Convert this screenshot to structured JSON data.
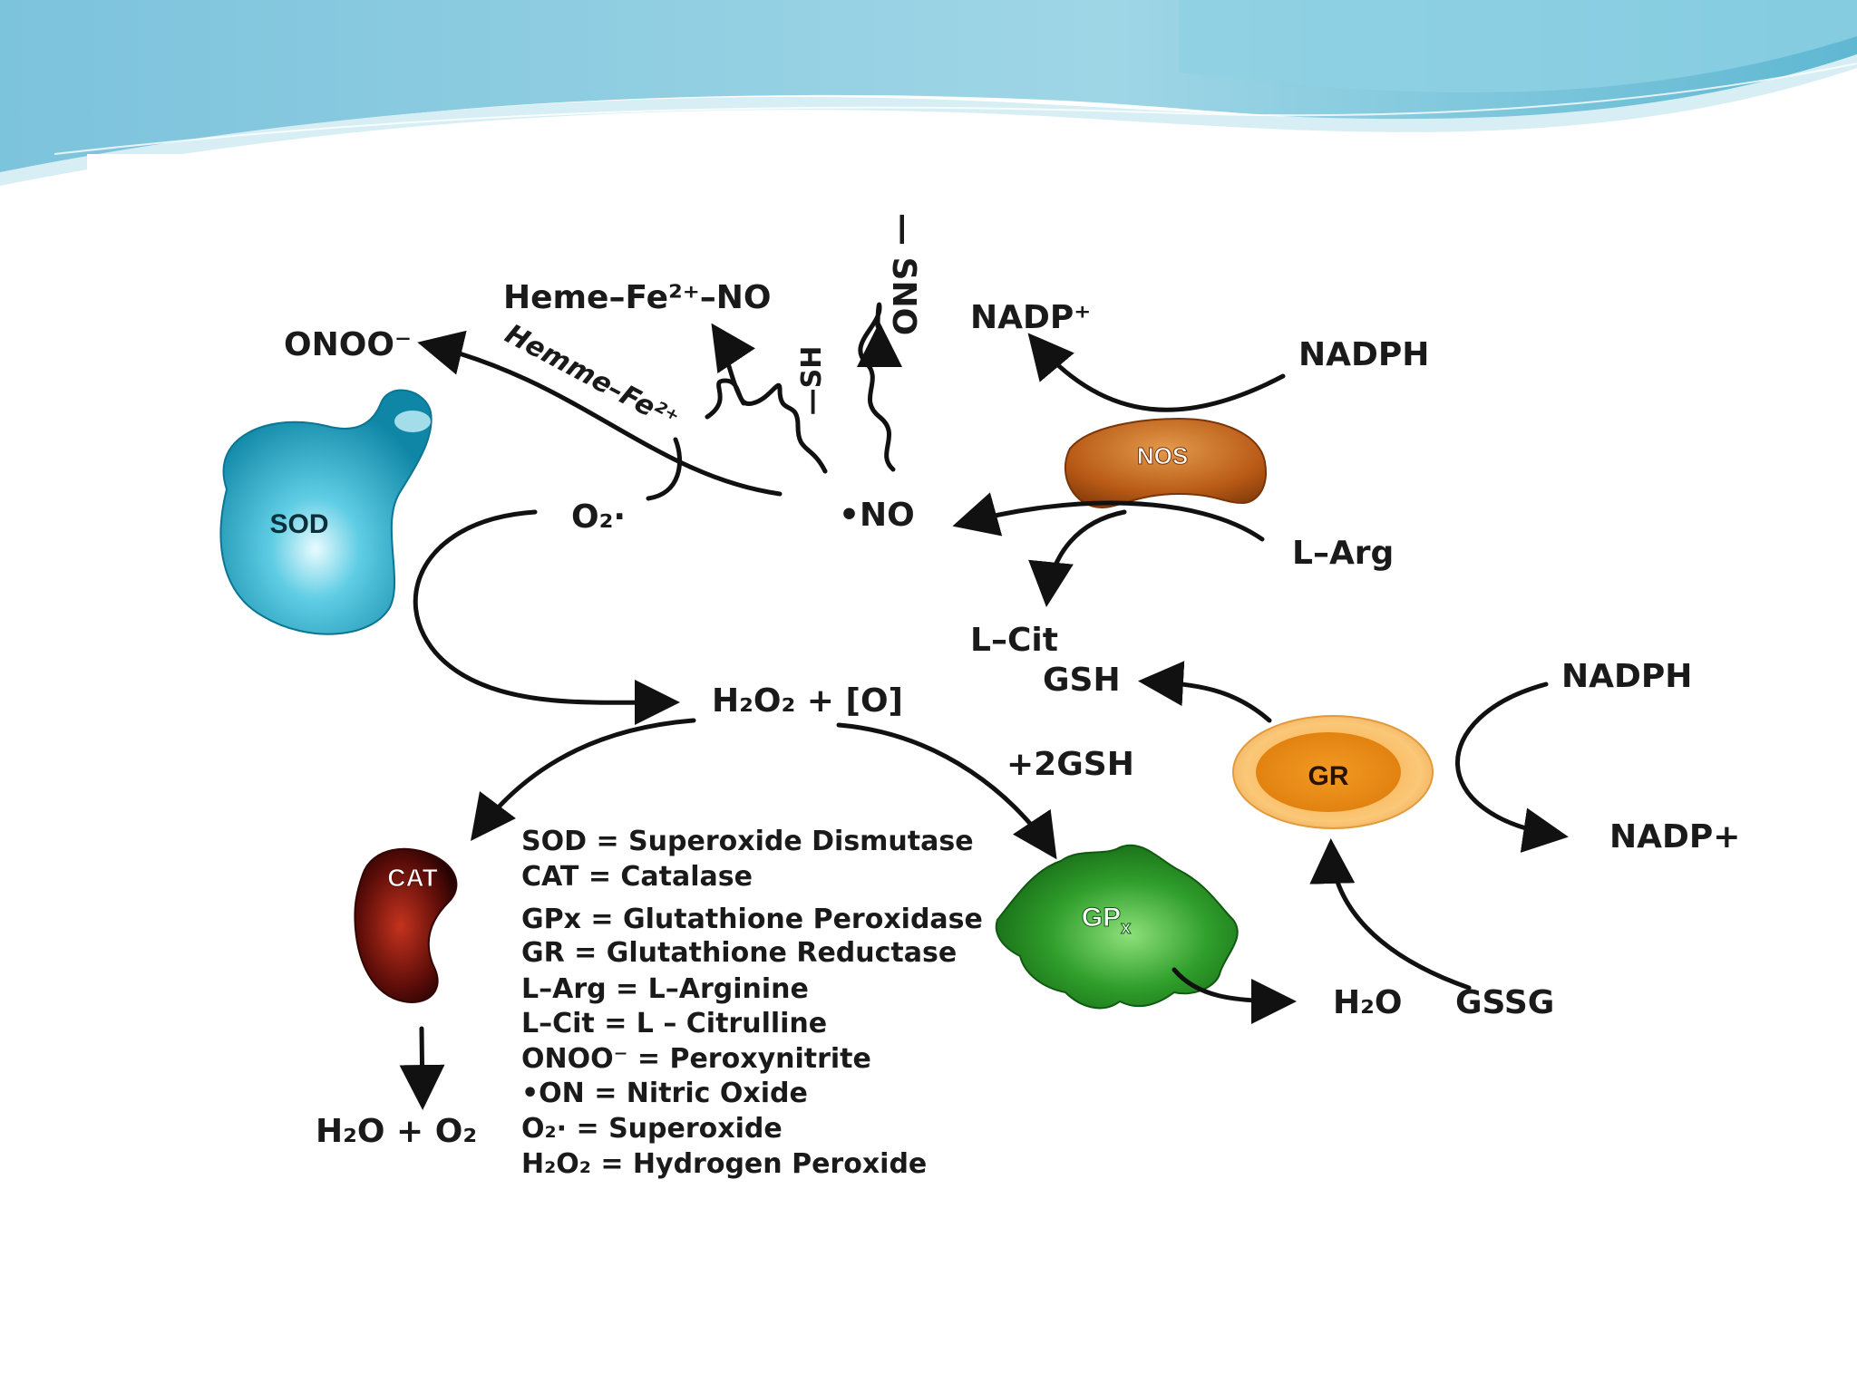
{
  "colors": {
    "wave_dark": "#4fb0cf",
    "wave_mid": "#7ec8dd",
    "wave_light": "#b8e4ee",
    "sod": "#1fa7c7",
    "nos": "#c86a1e",
    "gr": "#f2a53a",
    "cat": "#8a1410",
    "gpx": "#2d9a2d"
  },
  "enzymes": {
    "sod": "SOD",
    "nos": "NOS",
    "gr": "GR",
    "cat": "CAT",
    "gpx": "GP",
    "gpx_sub": "x"
  },
  "species": {
    "heme_no": "Heme–Fe²⁺–NO",
    "hemme_fe": "Hemme–Fe²⁺",
    "sno": "— SNO",
    "sh": "—SH",
    "onoo": "ONOO⁻",
    "nadp_top": "NADP⁺",
    "nadph_top": "NADPH",
    "no_radical": "•NO",
    "o2_radical": "O₂·",
    "l_arg": "L–Arg",
    "l_cit": "L–Cit",
    "gsh": "GSH",
    "nadph_right": "NADPH",
    "h2o2": "H₂O₂ + [O]",
    "plus_2gsh": "+2GSH",
    "nadp_right": "NADP+",
    "h2o": "H₂O",
    "gssg": "GSSG",
    "h2o_o2": "H₂O + O₂"
  },
  "legend": [
    "SOD = Superoxide Dismutase",
    "CAT = Catalase",
    "GPx = Glutathione Peroxidase",
    "GR = Glutathione Reductase",
    "L–Arg = L–Arginine",
    "L–Cit = L – Citrulline",
    "ONOO⁻ = Peroxynitrite",
    "•ON = Nitric Oxide",
    "O₂· = Superoxide",
    "H₂O₂ = Hydrogen Peroxide"
  ]
}
